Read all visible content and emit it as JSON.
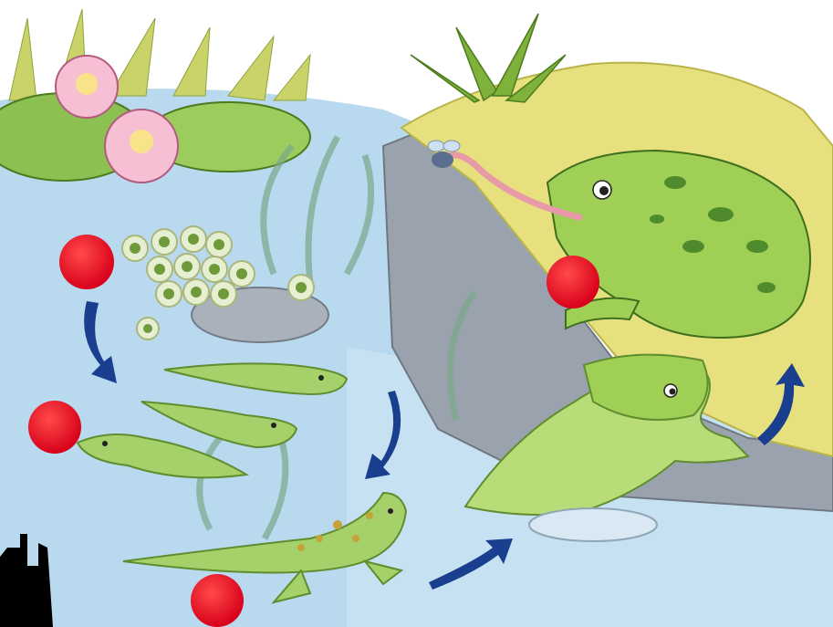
{
  "scene": {
    "subject": "frog life cycle",
    "stages": [
      {
        "id": "eggs",
        "marker": "red-dot"
      },
      {
        "id": "tadpoles",
        "marker": "red-dot"
      },
      {
        "id": "froglet",
        "marker": "red-dot"
      },
      {
        "id": "adult-frog",
        "marker": "red-dot"
      }
    ],
    "arrows": [
      {
        "from": "eggs",
        "to": "tadpoles"
      },
      {
        "from": "tadpoles",
        "to": "froglet"
      },
      {
        "from": "froglet",
        "to": "young-frog"
      },
      {
        "from": "young-frog",
        "to": "adult-frog"
      }
    ]
  },
  "colors": {
    "water": "#b9d9ef",
    "sky": "#ffffff",
    "grass_bank": "#e6e07e",
    "rock": "#9aa3ad",
    "frog_green": "#9fcf55",
    "frog_dark_spot": "#4f8a2c",
    "marker_red": "#e3001b",
    "arrow_blue": "#1a3f8f",
    "lily_pad": "#8cc152",
    "lily_flower": "#f2a7c3"
  }
}
